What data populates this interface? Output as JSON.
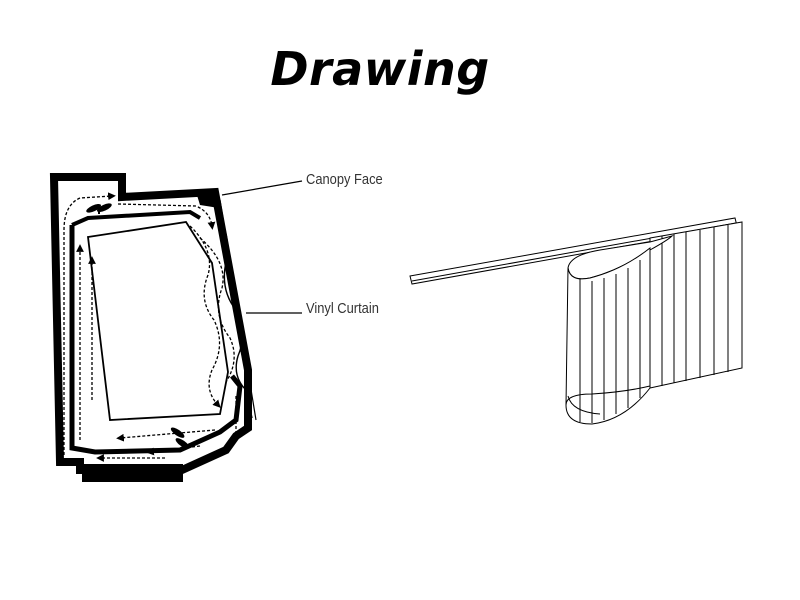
{
  "title": "Drawing",
  "callouts": {
    "canopy_face": "Canopy Face",
    "vinyl_curtain": "Vinyl Curtain"
  },
  "colors": {
    "ink": "#000000",
    "label": "#333333",
    "background": "#ffffff"
  }
}
